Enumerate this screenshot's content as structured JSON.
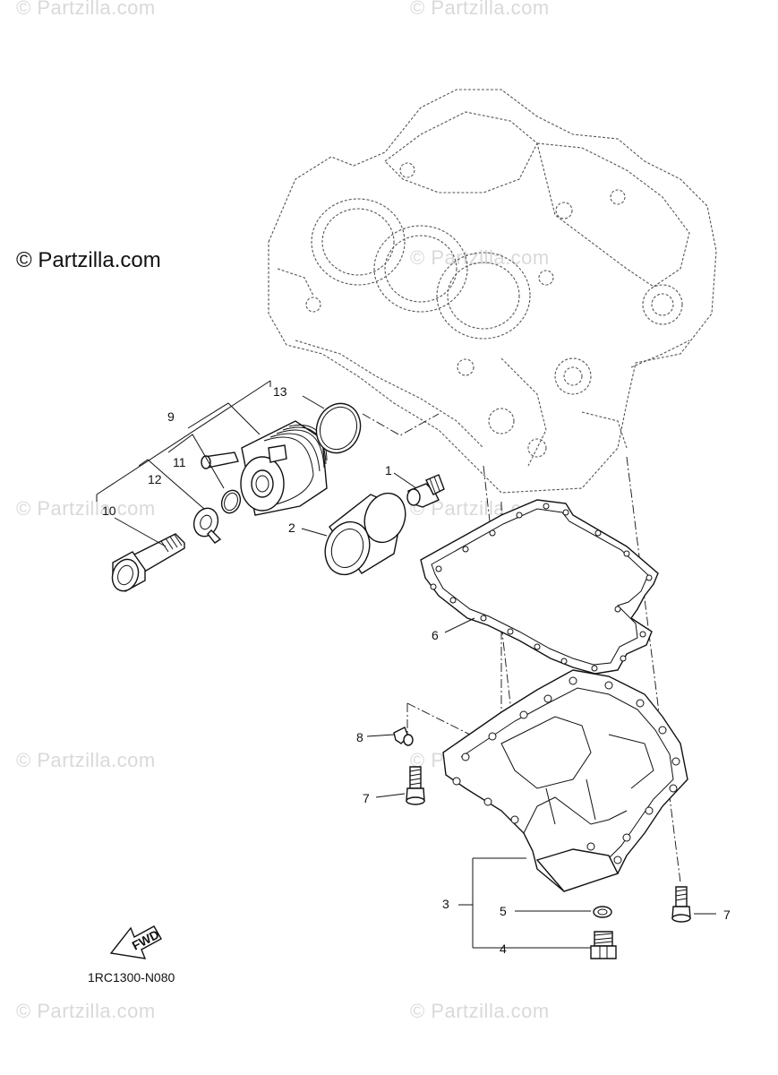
{
  "watermark": {
    "main": "© Partzilla.com",
    "repeat": "© Partzilla.com"
  },
  "diagram_code": "1RC1300-N080",
  "fwd_label": "FWD",
  "callouts": {
    "c1": "1",
    "c2": "2",
    "c3": "3",
    "c4": "4",
    "c5": "5",
    "c6": "6",
    "c7a": "7",
    "c7b": "7",
    "c8": "8",
    "c9": "9",
    "c10": "10",
    "c11": "11",
    "c12": "12",
    "c13": "13"
  }
}
